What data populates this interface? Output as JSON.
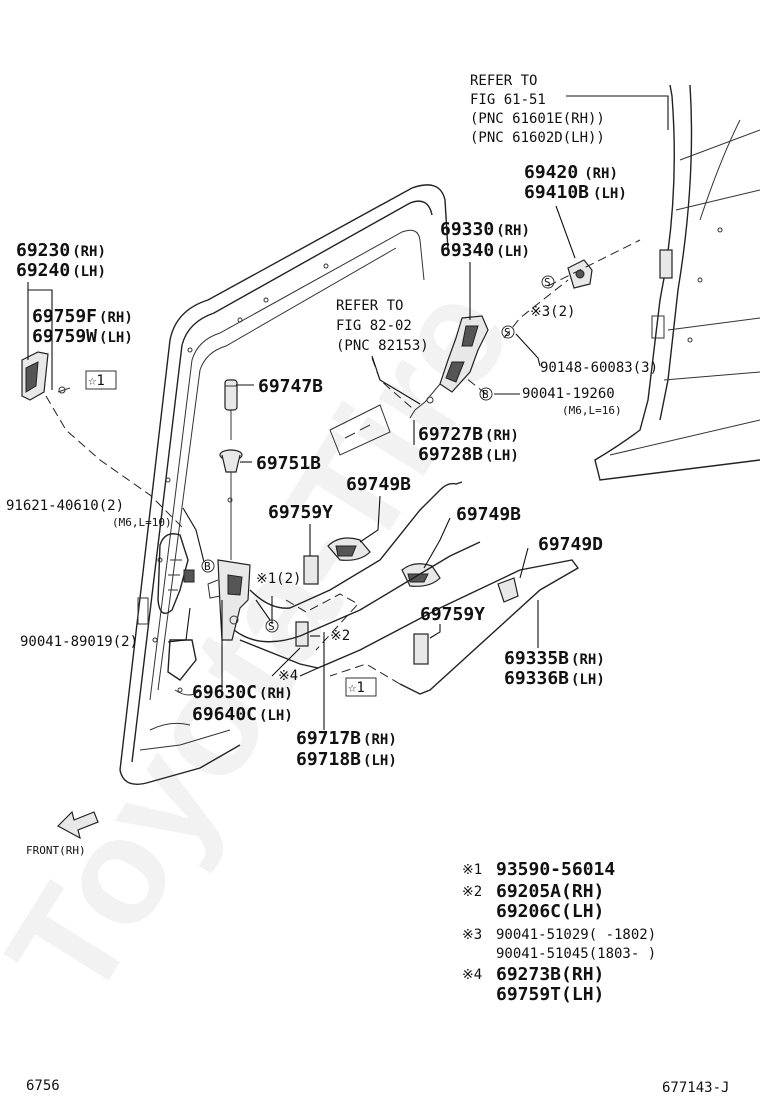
{
  "watermark": "Toyota-Tire",
  "refer_top": [
    "REFER TO",
    "FIG 61-51",
    "(PNC 61601E(RH))",
    "(PNC 61602D(LH))"
  ],
  "refer_mid": [
    "REFER TO",
    "FIG 82-02",
    "(PNC 82153)"
  ],
  "parts": {
    "p69420": "69420",
    "p69420_side": "(RH)",
    "p69410B": "69410B",
    "p69410B_side": "(LH)",
    "p69330": "69330",
    "p69330_side": "(RH)",
    "p69340": "69340",
    "p69340_side": "(LH)",
    "p69230": "69230",
    "p69230_side": "(RH)",
    "p69240": "69240",
    "p69240_side": "(LH)",
    "p69759F": "69759F",
    "p69759F_side": "(RH)",
    "p69759W": "69759W",
    "p69759W_side": "(LH)",
    "p69747B": "69747B",
    "p69751B": "69751B",
    "p90148": "90148-60083(3)",
    "p90041_19260": "90041-19260",
    "p90041_19260_spec": "(M6,L=16)",
    "p69727B": "69727B",
    "p69727B_side": "(RH)",
    "p69728B": "69728B",
    "p69728B_side": "(LH)",
    "p69749B_1": "69749B",
    "p69749B_2": "69749B",
    "p69759Y_1": "69759Y",
    "p69759Y_2": "69759Y",
    "p69749D": "69749D",
    "p91621": "91621-40610(2)",
    "p91621_spec": "(M6,L=10)",
    "p90041_89019": "90041-89019(2)",
    "p69630C": "69630C",
    "p69630C_side": "(RH)",
    "p69640C": "69640C",
    "p69640C_side": "(LH)",
    "p69717B": "69717B",
    "p69717B_side": "(RH)",
    "p69718B": "69718B",
    "p69718B_side": "(LH)",
    "p69335B": "69335B",
    "p69335B_side": "(RH)",
    "p69336B": "69336B",
    "p69336B_side": "(LH)"
  },
  "markers": {
    "s_mark": "S",
    "b_mark": "B",
    "star1": "☆1",
    "note3": "※3(2)",
    "note1": "※1(2)",
    "note2": "※2",
    "note4": "※4"
  },
  "front_label": "FRONT(RH)",
  "notes": [
    {
      "mark": "※1",
      "line1": "93590-56014"
    },
    {
      "mark": "※2",
      "line1": "69205A(RH)",
      "line2": "69206C(LH)"
    },
    {
      "mark": "※3",
      "line1": "90041-51029(    -1802)",
      "line2": "90041-51045(1803-     )"
    },
    {
      "mark": "※4",
      "line1": "69273B(RH)",
      "line2": "69759T(LH)"
    }
  ],
  "footer": {
    "left": "6756",
    "right": "677143-J"
  }
}
